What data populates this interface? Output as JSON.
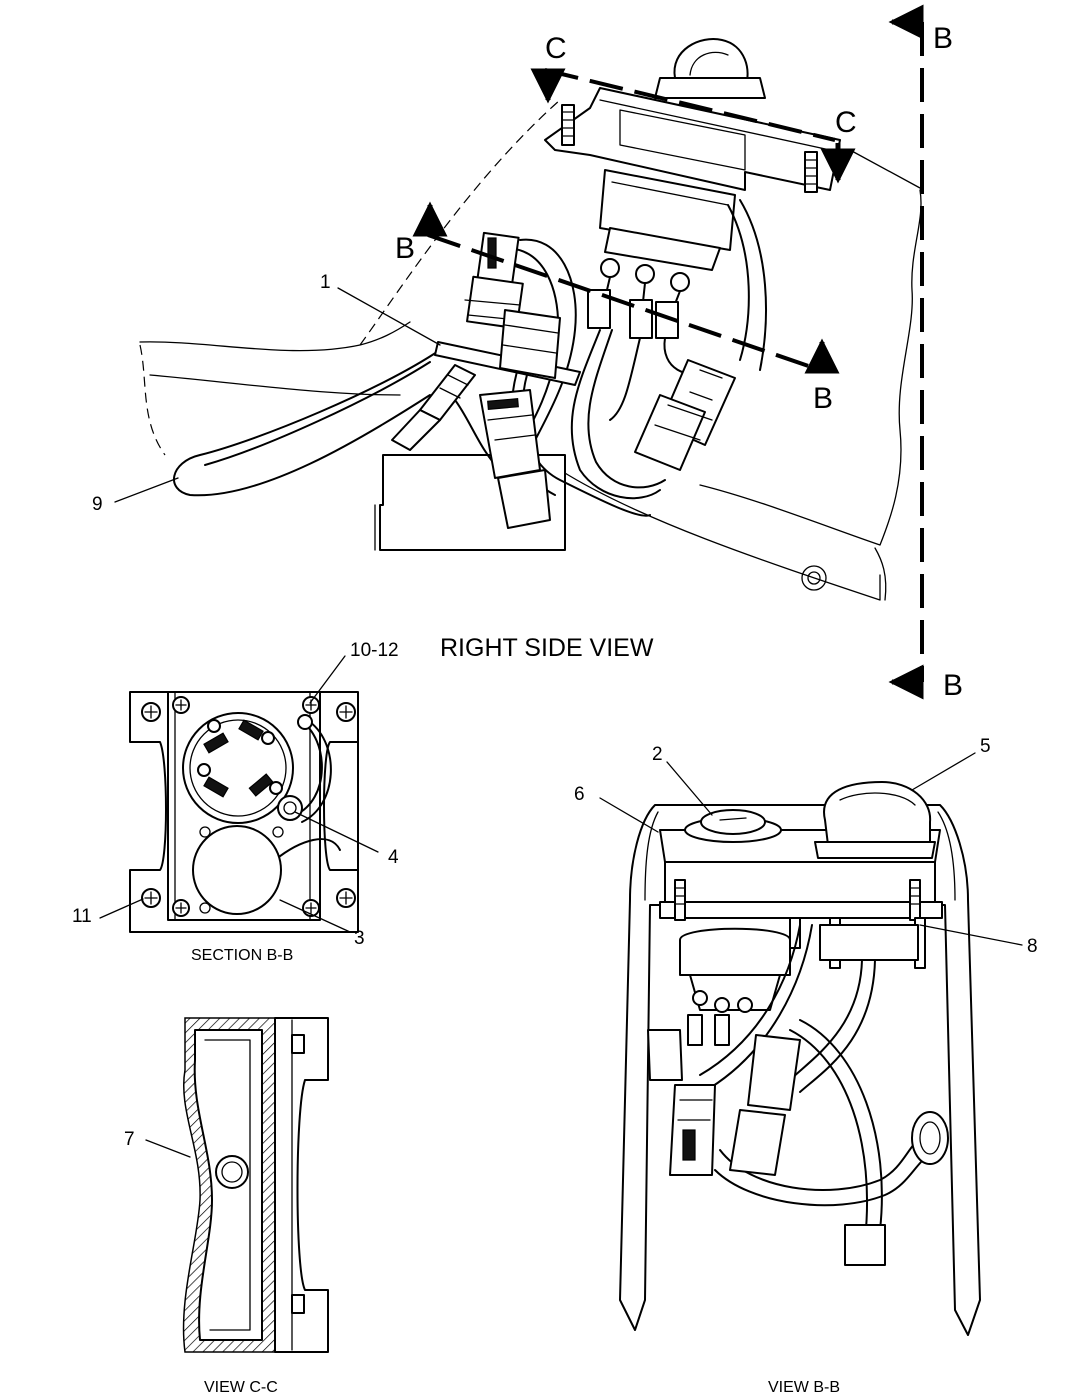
{
  "views": {
    "right_side": "RIGHT SIDE VIEW",
    "section_bb": "SECTION B-B",
    "view_cc": "VIEW C-C",
    "view_bb": "VIEW B-B"
  },
  "section_markers": {
    "b": "B",
    "c": "C"
  },
  "callouts": {
    "c1": "1",
    "c2": "2",
    "c3": "3",
    "c4": "4",
    "c5": "5",
    "c6": "6",
    "c7": "7",
    "c8": "8",
    "c9": "9",
    "c10_12": "10-12",
    "c11": "11"
  }
}
